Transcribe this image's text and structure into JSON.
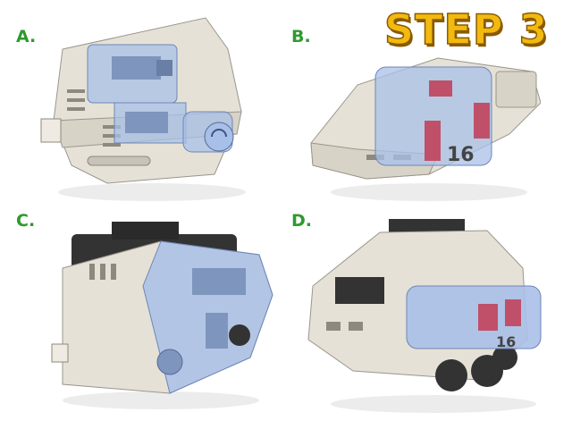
{
  "title": "STEP 3",
  "panels": [
    {
      "label": "A."
    },
    {
      "label": "B."
    },
    {
      "label": "C."
    },
    {
      "label": "D."
    }
  ],
  "decal_number": "16",
  "colors": {
    "title": "#f2b90f",
    "label": "#2e9a2e",
    "body": "#e6e1d6",
    "highlight": "#a8c0e8",
    "dark": "#333333",
    "marker": "#c0506a"
  }
}
